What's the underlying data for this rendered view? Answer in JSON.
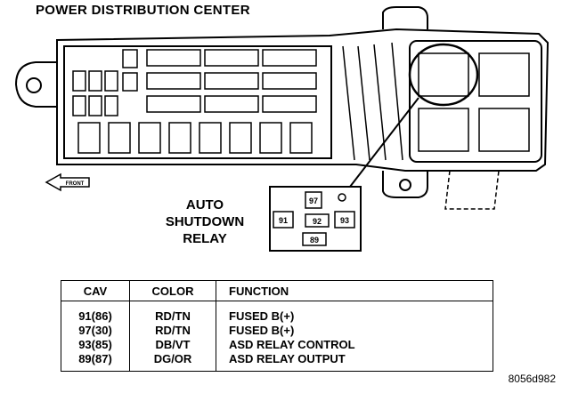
{
  "title": "POWER DISTRIBUTION CENTER",
  "relay_label": [
    "AUTO",
    "SHUTDOWN",
    "RELAY"
  ],
  "front_label": "FRONT",
  "relay_pins": {
    "p97": "97",
    "p91": "91",
    "p92": "92",
    "p93": "93",
    "p89": "89"
  },
  "table": {
    "headers": [
      "CAV",
      "COLOR",
      "FUNCTION"
    ],
    "rows": [
      {
        "cav": "91(86)",
        "color": "RD/TN",
        "function": "FUSED B(+)"
      },
      {
        "cav": "97(30)",
        "color": "RD/TN",
        "function": "FUSED B(+)"
      },
      {
        "cav": "93(85)",
        "color": "DB/VT",
        "function": "ASD RELAY CONTROL"
      },
      {
        "cav": "89(87)",
        "color": "DG/OR",
        "function": "ASD RELAY OUTPUT"
      }
    ]
  },
  "figure_id": "8056d982",
  "colors": {
    "ink": "#000000",
    "paper": "#ffffff"
  }
}
